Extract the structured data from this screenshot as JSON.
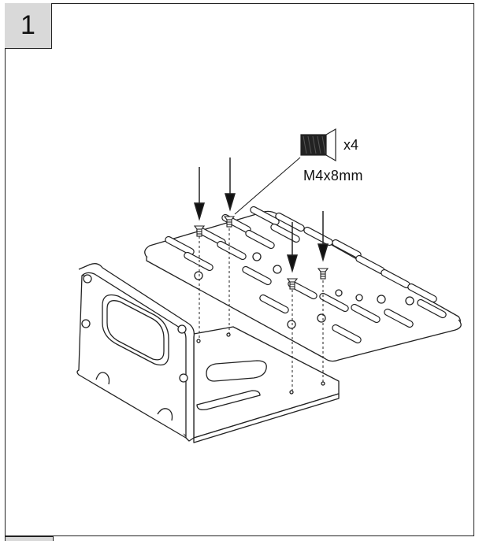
{
  "step": {
    "number": "1"
  },
  "callout": {
    "quantity": "x4",
    "screw_spec": "M4x8mm",
    "screw_icon": "countersunk-screw-icon"
  },
  "parts": {
    "screw_count": 4
  }
}
